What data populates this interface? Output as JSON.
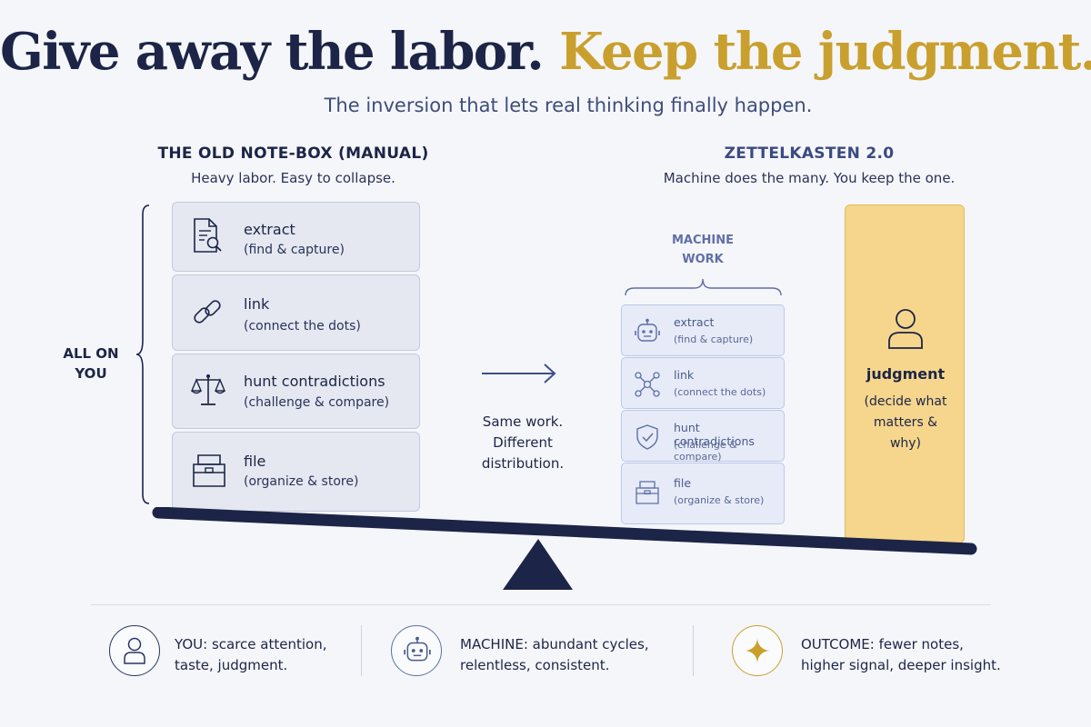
{
  "header": {
    "title_part1": "Give away the labor.",
    "title_part2": "Keep the judgment.",
    "subtitle": "The inversion that lets real thinking finally happen."
  },
  "left_section": {
    "heading": "THE OLD NOTE-BOX (MANUAL)",
    "subheading": "Heavy labor. Easy to collapse.",
    "bracket_label_line1": "ALL ON",
    "bracket_label_line2": "YOU",
    "cards": [
      {
        "title": "extract",
        "subtitle": "(find & capture)",
        "icon": "document-search-icon"
      },
      {
        "title": "link",
        "subtitle": "(connect the dots)",
        "icon": "chain-link-icon"
      },
      {
        "title": "hunt contradictions",
        "subtitle": "(challenge & compare)",
        "icon": "balance-scale-icon"
      },
      {
        "title": "file",
        "subtitle": "(organize & store)",
        "icon": "file-box-icon"
      }
    ]
  },
  "middle": {
    "line1": "Same work.",
    "line2": "Different",
    "line3": "distribution."
  },
  "right_section": {
    "heading": "ZETTELKASTEN 2.0",
    "subheading": "Machine does the many. You keep the one.",
    "machine_label_line1": "MACHINE",
    "machine_label_line2": "WORK",
    "cards": [
      {
        "title": "extract",
        "subtitle": "(find & capture)",
        "icon": "robot-icon"
      },
      {
        "title": "link",
        "subtitle": "(connect the dots)",
        "icon": "network-nodes-icon"
      },
      {
        "title": "hunt contradictions",
        "subtitle": "(challenge & compare)",
        "icon": "shield-check-icon"
      },
      {
        "title": "file",
        "subtitle": "(organize & store)",
        "icon": "file-box-icon"
      }
    ],
    "judgment": {
      "title": "judgment",
      "line1": "(decide what",
      "line2": "matters &",
      "line3": "why)"
    }
  },
  "footer": [
    {
      "line1": "YOU: scarce attention,",
      "line2": "taste, judgment.",
      "icon": "person-icon"
    },
    {
      "line1": "MACHINE: abundant cycles,",
      "line2": "relentless, consistent.",
      "icon": "robot-icon"
    },
    {
      "line1": "OUTCOME: fewer notes,",
      "line2": "higher signal, deeper insight.",
      "icon": "sparkle-icon"
    }
  ],
  "colors": {
    "navy": "#1c2547",
    "gold": "#c9a02e",
    "judgment_fill": "#f6d68d",
    "card_fill": "#e5e8f1",
    "machine_card_fill": "#e6ebf7"
  }
}
